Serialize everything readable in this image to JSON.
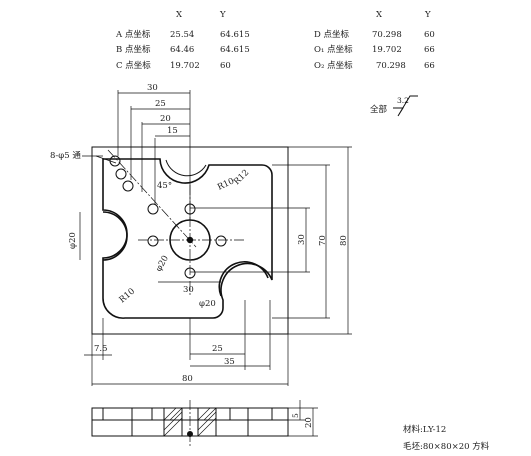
{
  "coord_table": {
    "left": {
      "header": {
        "x": "X",
        "y": "Y"
      },
      "rows": [
        {
          "label": "A 点坐标",
          "x": "25.54",
          "y": "64.615"
        },
        {
          "label": "B 点坐标",
          "x": "64.46",
          "y": "64.615"
        },
        {
          "label": "C 点坐标",
          "x": "19.702",
          "y": "60"
        }
      ]
    },
    "right": {
      "header": {
        "x": "X",
        "y": "Y"
      },
      "rows": [
        {
          "label": "D 点坐标",
          "x": "70.298",
          "y": "60"
        },
        {
          "label": "O₁ 点坐标",
          "x": "19.702",
          "y": "66"
        },
        {
          "label": "O₂ 点坐标",
          "x": "70.298",
          "y": "66"
        }
      ]
    }
  },
  "surface_finish": {
    "prefix": "全部",
    "value": "3.2"
  },
  "dimensions": {
    "d30_top": "30",
    "d25_top": "25",
    "d20_top": "20",
    "d15_top": "15",
    "holes_label": "8-φ5 通",
    "angle": "45°",
    "r10_top": "R10",
    "r12": "R12",
    "dia20_left": "φ20",
    "dia20_center": "φ20",
    "dia20_bottom": "φ20",
    "r10_bottom": "R10",
    "d30_mid_v": "30",
    "d30_mid_h": "30",
    "d70": "70",
    "d80_v": "80",
    "d7_5": "7.5",
    "d25_bottom": "25",
    "d35_bottom": "35",
    "d80_h": "80",
    "d5": "5",
    "d20_side": "20"
  },
  "notes": {
    "material": "材料:LY-12",
    "blank": "毛坯:80×80×20 方料"
  }
}
